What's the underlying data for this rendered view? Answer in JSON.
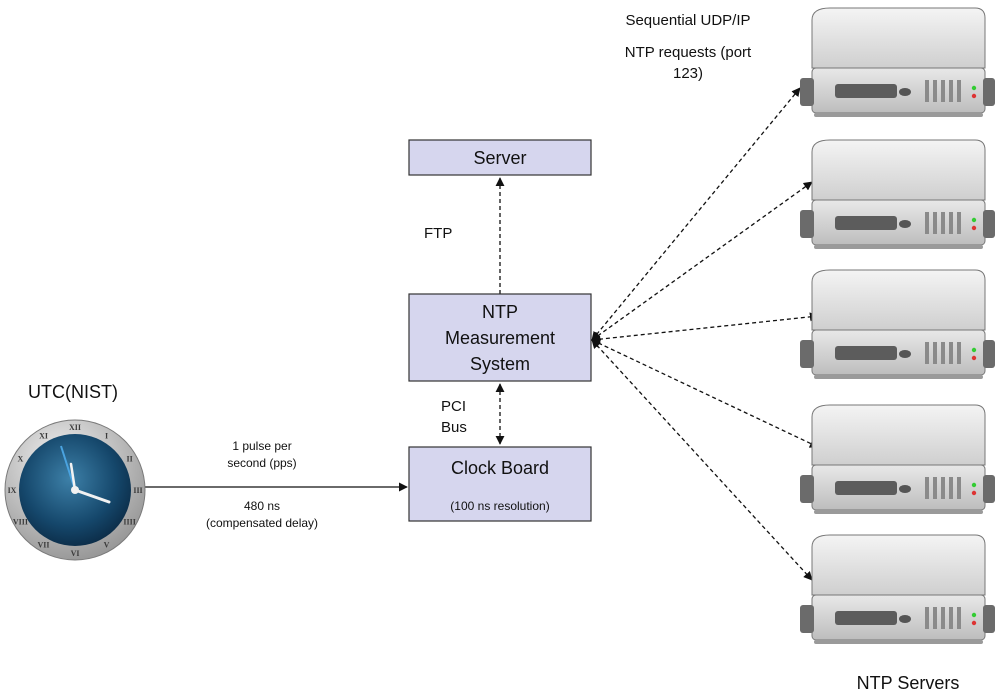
{
  "labels": {
    "udp_line1": "Sequential UDP/IP",
    "udp_line2": "NTP requests (port",
    "udp_line3": "123)",
    "ftp": "FTP",
    "pci_line1": "PCI",
    "pci_line2": "Bus",
    "utc": "UTC(NIST)",
    "pps_line1": "1 pulse per",
    "pps_line2": "second (pps)",
    "delay_line1": "480 ns",
    "delay_line2": "(compensated delay)",
    "ntp_servers": "NTP Servers"
  },
  "boxes": {
    "server": "Server",
    "ntp_line1": "NTP",
    "ntp_line2": "Measurement",
    "ntp_line3": "System",
    "clock_title": "Clock Board",
    "clock_sub": "(100 ns resolution)"
  },
  "clock": {
    "numerals": [
      "XII",
      "I",
      "II",
      "III",
      "IIII",
      "V",
      "VI",
      "VII",
      "VIII",
      "IX",
      "X",
      "XI"
    ]
  },
  "colors": {
    "box_fill": "#d6d6ee",
    "box_stroke": "#333333",
    "arrow": "#111111",
    "clock_face": "#0e3350",
    "clock_bezel": "#b8b8b8",
    "server_body": "#d9d9d9"
  },
  "servers": {
    "count": 5
  }
}
